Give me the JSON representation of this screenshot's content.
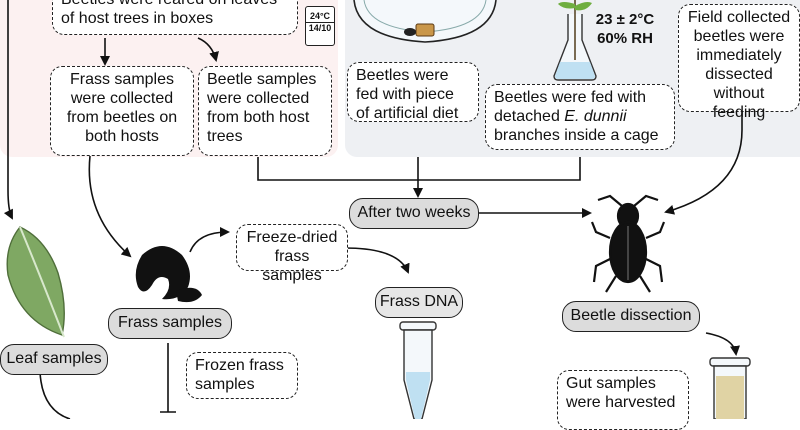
{
  "boxes": {
    "reared": "Beetles were reared on leaves of host trees in boxes",
    "frass_collected": "Frass samples were collected from beetles on both hosts",
    "beetle_collected": "Beetle samples were collected from both host trees",
    "artificial_diet": "Beetles were fed with piece of artificial diet",
    "dunnii_pre": "Beetles were fed with detached",
    "dunnii_species": "E. dunnii",
    "dunnii_post": "branches inside a cage",
    "field": "Field collected beetles were immediately dissected without feeding",
    "freeze_dried": "Freeze-dried frass samples",
    "frozen_frass": "Frozen frass samples",
    "gut_samples": "Gut samples were harvested"
  },
  "pills": {
    "after_two_weeks": "After two weeks",
    "frass_samples": "Frass samples",
    "leaf_samples": "Leaf samples",
    "beetle_dissection": "Beetle dissection"
  },
  "labels": {
    "frass_dna": "Frass DNA"
  },
  "conditions": {
    "temperature": "23 ± 2°C",
    "humidity": "60% RH"
  },
  "badge": {
    "temp": "24°C",
    "cycle": "14/10"
  },
  "icons": [
    "leaf-icon",
    "beetle-icon",
    "frass-icon",
    "tube-icon",
    "flask-icon",
    "petri-dish-icon"
  ]
}
